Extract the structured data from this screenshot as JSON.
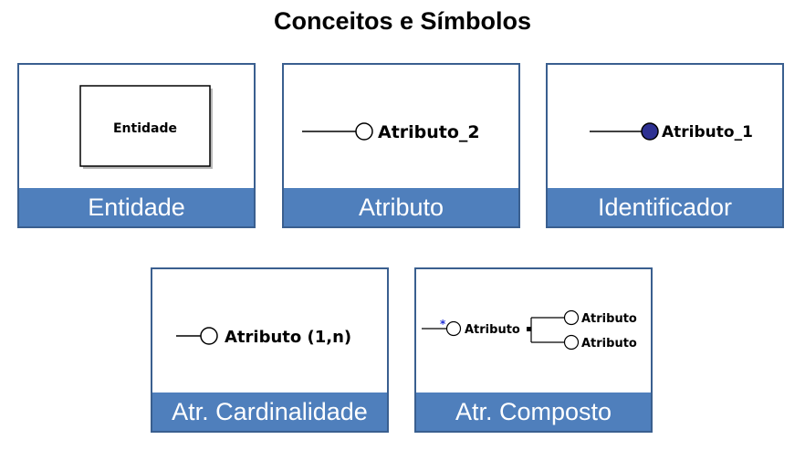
{
  "title": "Conceitos e Símbolos",
  "cards": [
    {
      "caption": "Entidade",
      "symbol_text": "Entidade"
    },
    {
      "caption": "Atributo",
      "symbol_text": "Atributo_2"
    },
    {
      "caption": "Identificador",
      "symbol_text": "Atributo_1"
    },
    {
      "caption": "Atr. Cardinalidade",
      "symbol_text": "Atributo (1,n)"
    },
    {
      "caption": "Atr. Composto",
      "symbol_text": "Atributo",
      "asterisk": "*",
      "sub_attributes": [
        "Atributo",
        "Atributo"
      ]
    }
  ],
  "colors": {
    "border": "#3a5f8f",
    "caption_bg": "#4f7fbc",
    "identifier_fill": "#2e3192",
    "asterisk": "#1f2fd6"
  }
}
